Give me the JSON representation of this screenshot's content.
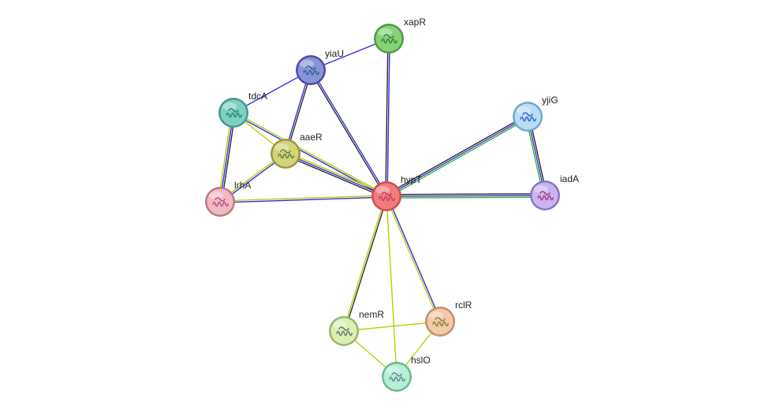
{
  "network": {
    "nodes": [
      {
        "id": "hypT",
        "label": "hypT",
        "color": "#f07c7c",
        "ring": "#d24c4c",
        "protein": "#c0406a"
      },
      {
        "id": "xapR",
        "label": "xapR",
        "color": "#86d27a",
        "ring": "#4f9a45",
        "protein": "#3a8a3a"
      },
      {
        "id": "yiaU",
        "label": "yiaU",
        "color": "#8c92d8",
        "ring": "#4a4fa2",
        "protein": "#2a6a9a"
      },
      {
        "id": "tdcA",
        "label": "tdcA",
        "color": "#7fcfc3",
        "ring": "#3f9c90",
        "protein": "#2a8a6a"
      },
      {
        "id": "aaeR",
        "label": "aaeR",
        "color": "#d4d27a",
        "ring": "#9a9840",
        "protein": "#5a8a3a"
      },
      {
        "id": "lrhA",
        "label": "lrhA",
        "color": "#f4b8c0",
        "ring": "#b87c84",
        "protein": "#b05a8a"
      },
      {
        "id": "yjiG",
        "label": "yjiG",
        "color": "#b8def4",
        "ring": "#6fa8c8",
        "protein": "#3a6ad0"
      },
      {
        "id": "iadA",
        "label": "iadA",
        "color": "#c8b4f0",
        "ring": "#8a74c0",
        "protein": "#b03a8a"
      },
      {
        "id": "nemR",
        "label": "nemR",
        "color": "#d9f0b4",
        "ring": "#98b470",
        "protein": "#6a7a6a"
      },
      {
        "id": "rclR",
        "label": "rclR",
        "color": "#f4c8a8",
        "ring": "#c0906c",
        "protein": "#8a8a3a"
      },
      {
        "id": "hslO",
        "label": "hslO",
        "color": "#b4f0d4",
        "ring": "#70b494",
        "protein": "#6a8a9a"
      }
    ],
    "edges": [
      {
        "source": "hypT",
        "target": "xapR",
        "colors": [
          "#2a2a2a",
          "#2f2fe0"
        ]
      },
      {
        "source": "hypT",
        "target": "yiaU",
        "colors": [
          "#2a2a2a",
          "#2f2fe0"
        ]
      },
      {
        "source": "hypT",
        "target": "tdcA",
        "colors": [
          "#2f2fe0",
          "#b8d000"
        ]
      },
      {
        "source": "hypT",
        "target": "aaeR",
        "colors": [
          "#2a2a2a",
          "#2f2fe0",
          "#b8d000"
        ]
      },
      {
        "source": "hypT",
        "target": "lrhA",
        "colors": [
          "#2f2fe0",
          "#b8d000"
        ]
      },
      {
        "source": "hypT",
        "target": "yjiG",
        "colors": [
          "#2a2a2a",
          "#2f2fe0",
          "#2fb82f"
        ]
      },
      {
        "source": "hypT",
        "target": "iadA",
        "colors": [
          "#2a2a2a",
          "#2f2fe0",
          "#2fb82f"
        ]
      },
      {
        "source": "hypT",
        "target": "nemR",
        "colors": [
          "#2a2a2a",
          "#b8d000"
        ]
      },
      {
        "source": "hypT",
        "target": "rclR",
        "colors": [
          "#2f2fe0",
          "#b8d000"
        ]
      },
      {
        "source": "hypT",
        "target": "hslO",
        "colors": [
          "#b8d000"
        ]
      },
      {
        "source": "yiaU",
        "target": "xapR",
        "colors": [
          "#2f2fe0"
        ]
      },
      {
        "source": "yiaU",
        "target": "tdcA",
        "colors": [
          "#2f2fe0"
        ]
      },
      {
        "source": "yiaU",
        "target": "aaeR",
        "colors": [
          "#2a2a2a",
          "#2f2fe0"
        ]
      },
      {
        "source": "tdcA",
        "target": "aaeR",
        "colors": [
          "#b8d000"
        ]
      },
      {
        "source": "tdcA",
        "target": "lrhA",
        "colors": [
          "#2a2a2a",
          "#2f2fe0",
          "#b8d000"
        ]
      },
      {
        "source": "aaeR",
        "target": "lrhA",
        "colors": [
          "#2f2fe0",
          "#b8d000"
        ]
      },
      {
        "source": "yjiG",
        "target": "iadA",
        "colors": [
          "#2a2a2a",
          "#2f2fe0",
          "#2fb82f"
        ]
      },
      {
        "source": "nemR",
        "target": "rclR",
        "colors": [
          "#b8d000"
        ]
      },
      {
        "source": "nemR",
        "target": "hslO",
        "colors": [
          "#b8d000"
        ]
      },
      {
        "source": "rclR",
        "target": "hslO",
        "colors": [
          "#b8d000"
        ]
      }
    ]
  }
}
